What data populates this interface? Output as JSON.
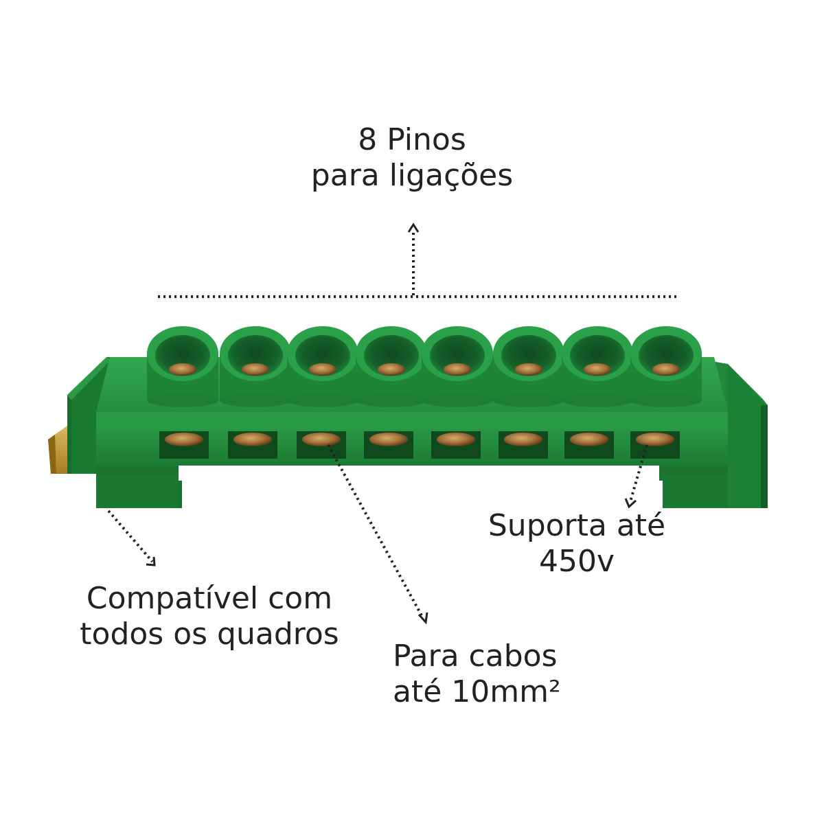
{
  "image": {
    "subject": "green-neutral-terminal-bar",
    "pin_count": 8,
    "colors": {
      "body": "#1f8a3a",
      "body_dark": "#156b2b",
      "body_light": "#36a552",
      "brass": "#c49a3a",
      "screw": "#8a5a2a",
      "annotation": "#222222"
    }
  },
  "labels": {
    "pins": {
      "line1": "8 Pinos",
      "line2": "para ligações"
    },
    "voltage": {
      "line1": "Suporta até",
      "line2": "450v"
    },
    "compat": {
      "line1": "Compatível com",
      "line2": "todos os quadros"
    },
    "cable": {
      "line1": "Para cabos",
      "line2": "até 10mm²"
    }
  },
  "annotations": {
    "style": "dotted-arrow"
  }
}
